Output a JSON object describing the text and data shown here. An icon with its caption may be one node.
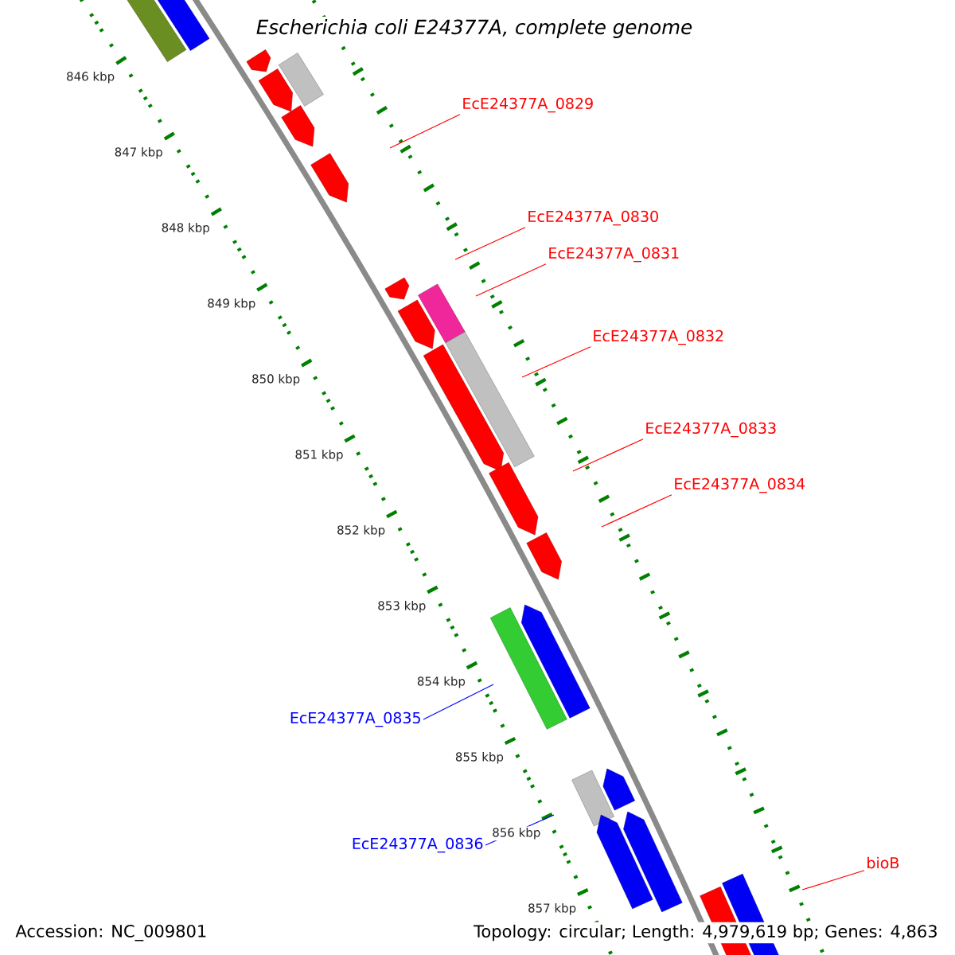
{
  "diagram": {
    "title": "Escherichia coli E24377A, complete genome",
    "nodes": [
      {
        "text": [
          "EcE24377A_0829"
        ]
      },
      {
        "text": [
          "EcE24377A_0830"
        ]
      },
      {
        "text": [
          "EcE24377A_0831"
        ]
      },
      {
        "text": [
          "EcE24377A_0832"
        ]
      },
      {
        "text": [
          "EcE24377A_0833"
        ]
      },
      {
        "text": [
          "EcE24377A_0834"
        ]
      },
      {
        "text": [
          "EcE24377A_0835"
        ]
      },
      {
        "text": [
          "EcE24377A_0836"
        ]
      },
      {
        "text": [
          "bioB"
        ]
      }
    ],
    "edges": [
      {
        "from": 0,
        "to": null,
        "arrow": "none"
      },
      {
        "from": 1,
        "to": null,
        "arrow": "none"
      },
      {
        "from": 2,
        "to": null,
        "arrow": "none"
      },
      {
        "from": 3,
        "to": null,
        "arrow": "none"
      },
      {
        "from": 4,
        "to": null,
        "arrow": "none"
      },
      {
        "from": 5,
        "to": null,
        "arrow": "none"
      },
      {
        "from": 6,
        "to": null,
        "arrow": "none",
        "color": "#0000ff"
      },
      {
        "from": 7,
        "to": null,
        "arrow": "none",
        "color": "#0000ff"
      },
      {
        "from": 8,
        "to": null,
        "arrow": "none"
      }
    ],
    "labels": [
      "846 kbp",
      "847 kbp",
      "848 kbp",
      "849 kbp",
      "850 kbp",
      "851 kbp",
      "852 kbp",
      "853 kbp",
      "854 kbp",
      "855 kbp",
      "856 kbp",
      "857 kbp",
      "Accession: NC_009801",
      "Topology: circular; Length: 4,979,619 bp; Genes: 4,863"
    ]
  }
}
